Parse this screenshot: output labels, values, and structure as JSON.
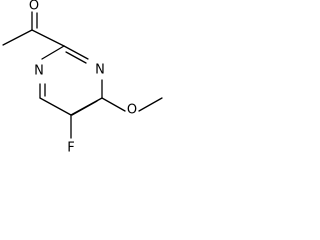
{
  "molecule": {
    "atoms": {
      "carbonyl_oxygen": "O",
      "ring_nitrogen_right": "N",
      "ring_nitrogen_left": "N",
      "methoxy_oxygen": "O",
      "fluorine": "F"
    }
  }
}
